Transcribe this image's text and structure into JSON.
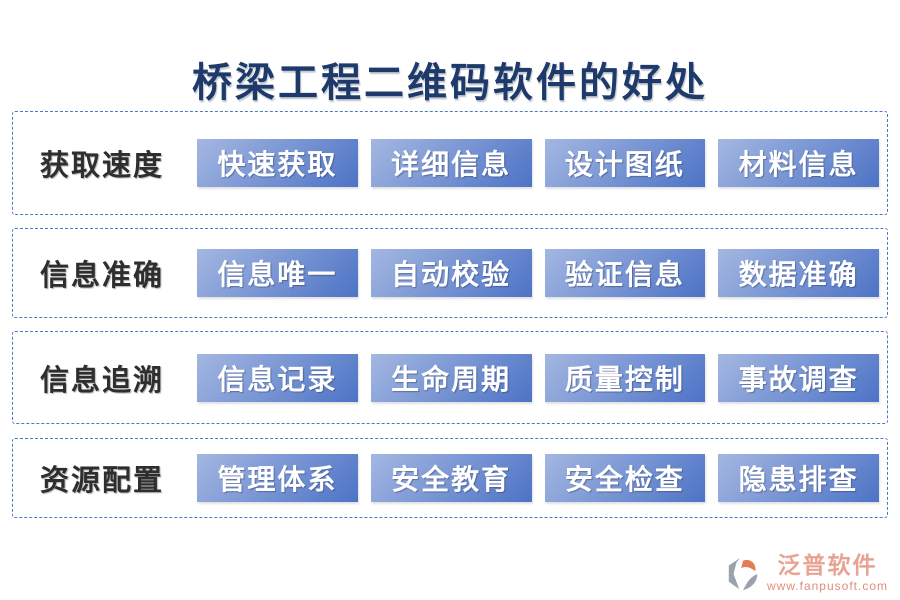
{
  "title": "桥梁工程二维码软件的好处",
  "sections": [
    {
      "label": "获取速度",
      "buttons": [
        "快速获取",
        "详细信息",
        "设计图纸",
        "材料信息"
      ]
    },
    {
      "label": "信息准确",
      "buttons": [
        "信息唯一",
        "自动校验",
        "验证信息",
        "数据准确"
      ]
    },
    {
      "label": "信息追溯",
      "buttons": [
        "信息记录",
        "生命周期",
        "质量控制",
        "事故调查"
      ]
    },
    {
      "label": "资源配置",
      "buttons": [
        "管理体系",
        "安全教育",
        "安全检查",
        "隐患排查"
      ]
    }
  ],
  "footer": {
    "brand": "泛普软件",
    "url": "www.fanpusoft.com"
  },
  "colors": {
    "title": "#1d3a6a",
    "border": "#4b79c8",
    "label": "#2e2e2e",
    "button_text": "#ffffff",
    "button_gradient_start": "#a4b7e1",
    "button_gradient_end": "#4d73c6",
    "brand": "#e8a493",
    "url": "#e08c7a",
    "logo_gray": "#9aa2ae",
    "logo_orange": "#e27d57"
  }
}
